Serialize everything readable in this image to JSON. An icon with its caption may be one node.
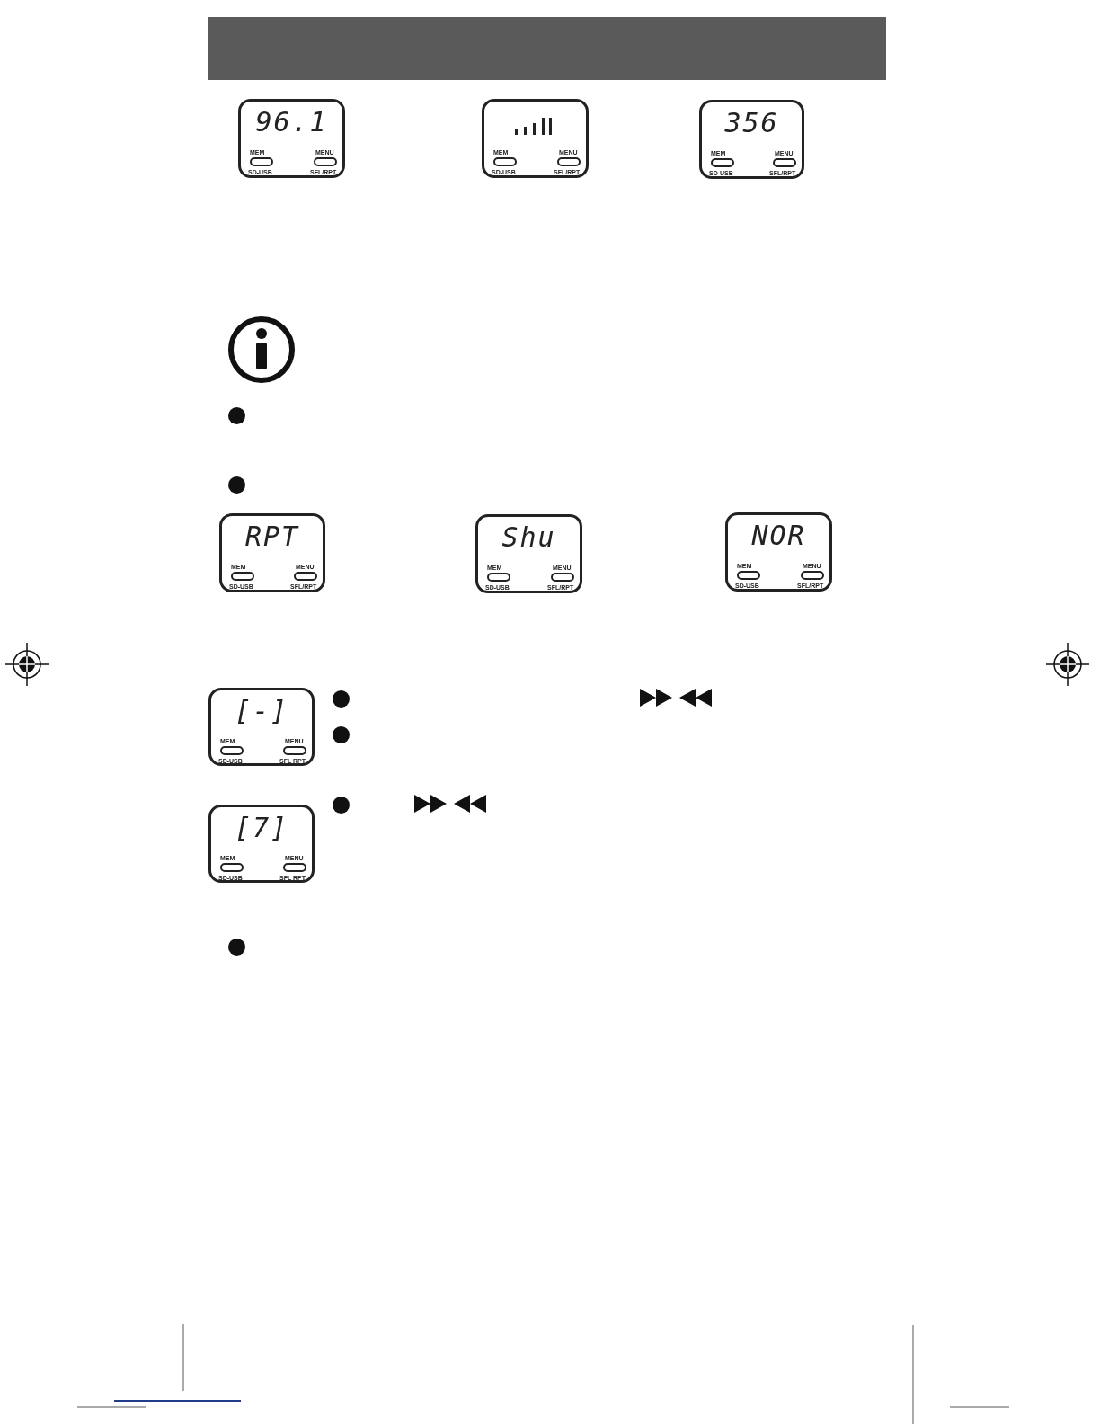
{
  "diagram": {
    "nodes": [
      {
        "text": [
          "96.1",
          "MEM",
          "SD-USB",
          "MENU",
          "SFL/RPT"
        ]
      },
      {
        "text": [
          "MEM",
          "SD-USB",
          "MENU",
          "SFL/RPT"
        ]
      },
      {
        "text": [
          "356",
          "MEM",
          "SD-USB",
          "MENU",
          "SFL/RPT"
        ]
      },
      {
        "text": [
          "RPT",
          "MEM",
          "SD-USB",
          "MENU",
          "SFL/RPT"
        ]
      },
      {
        "text": [
          "Shu",
          "MEM",
          "SD-USB",
          "MENU",
          "SFL/RPT"
        ]
      },
      {
        "text": [
          "NOR",
          "MEM",
          "SD-USB",
          "MENU",
          "SFL/RPT"
        ]
      },
      {
        "text": [
          "[-]",
          "MEM",
          "SD-USB",
          "MENU",
          "SFL RPT"
        ]
      },
      {
        "text": [
          "[7]",
          "MEM",
          "SD-USB",
          "MENU",
          "SFL RPT"
        ]
      }
    ]
  }
}
